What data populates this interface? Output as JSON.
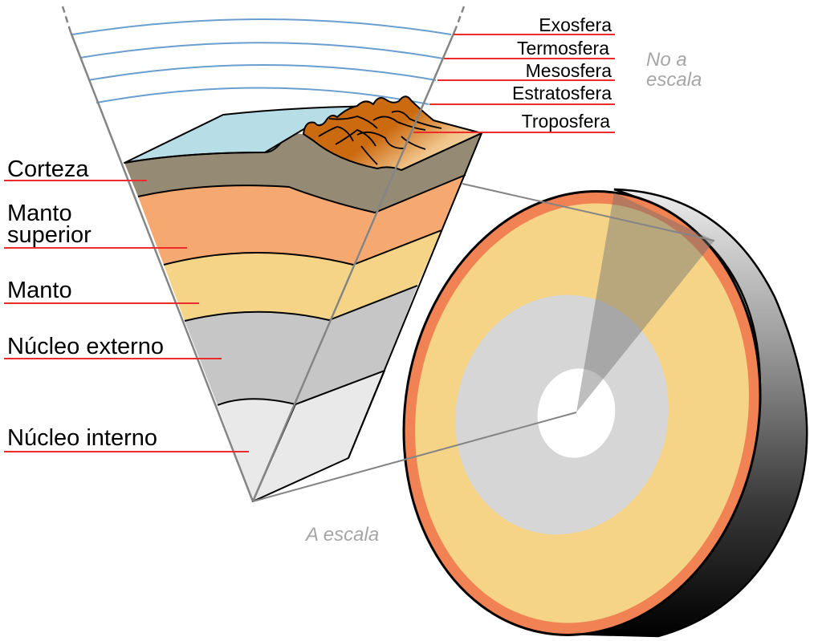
{
  "title": "Estructura de la Tierra",
  "interior_labels": [
    {
      "text": "Corteza",
      "lines": [
        "Corteza"
      ]
    },
    {
      "text": "Manto superior",
      "lines": [
        "Manto",
        "superior"
      ]
    },
    {
      "text": "Manto",
      "lines": [
        "Manto"
      ]
    },
    {
      "text": "Núcleo externo",
      "lines": [
        "Núcleo externo"
      ]
    },
    {
      "text": "Núcleo interno",
      "lines": [
        "Núcleo interno"
      ]
    }
  ],
  "atmosphere_labels": [
    "Exosfera",
    "Termosfera",
    "Mesosfera",
    "Estratosfera",
    "Troposfera"
  ],
  "notes": {
    "not_to_scale": [
      "No a",
      "escala"
    ],
    "to_scale": "A escala"
  },
  "colors": {
    "leader_line": "#ee2a2a",
    "atmosphere_line": "#6a9ecf",
    "ocean": "#b7dde6",
    "crust": "#958a74",
    "mountain": "#cc6a10",
    "upper_mantle": "#f5a870",
    "mantle": "#f5d488",
    "outer_core": "#c6c6c6",
    "inner_core": "#e9e9e9",
    "disc_rim": "#f08254",
    "disc_mantle": "#f5d488",
    "disc_outer_core": "#d6d6d6",
    "disc_inner_core": "#ffffff",
    "note_text": "#a6a6a6"
  }
}
